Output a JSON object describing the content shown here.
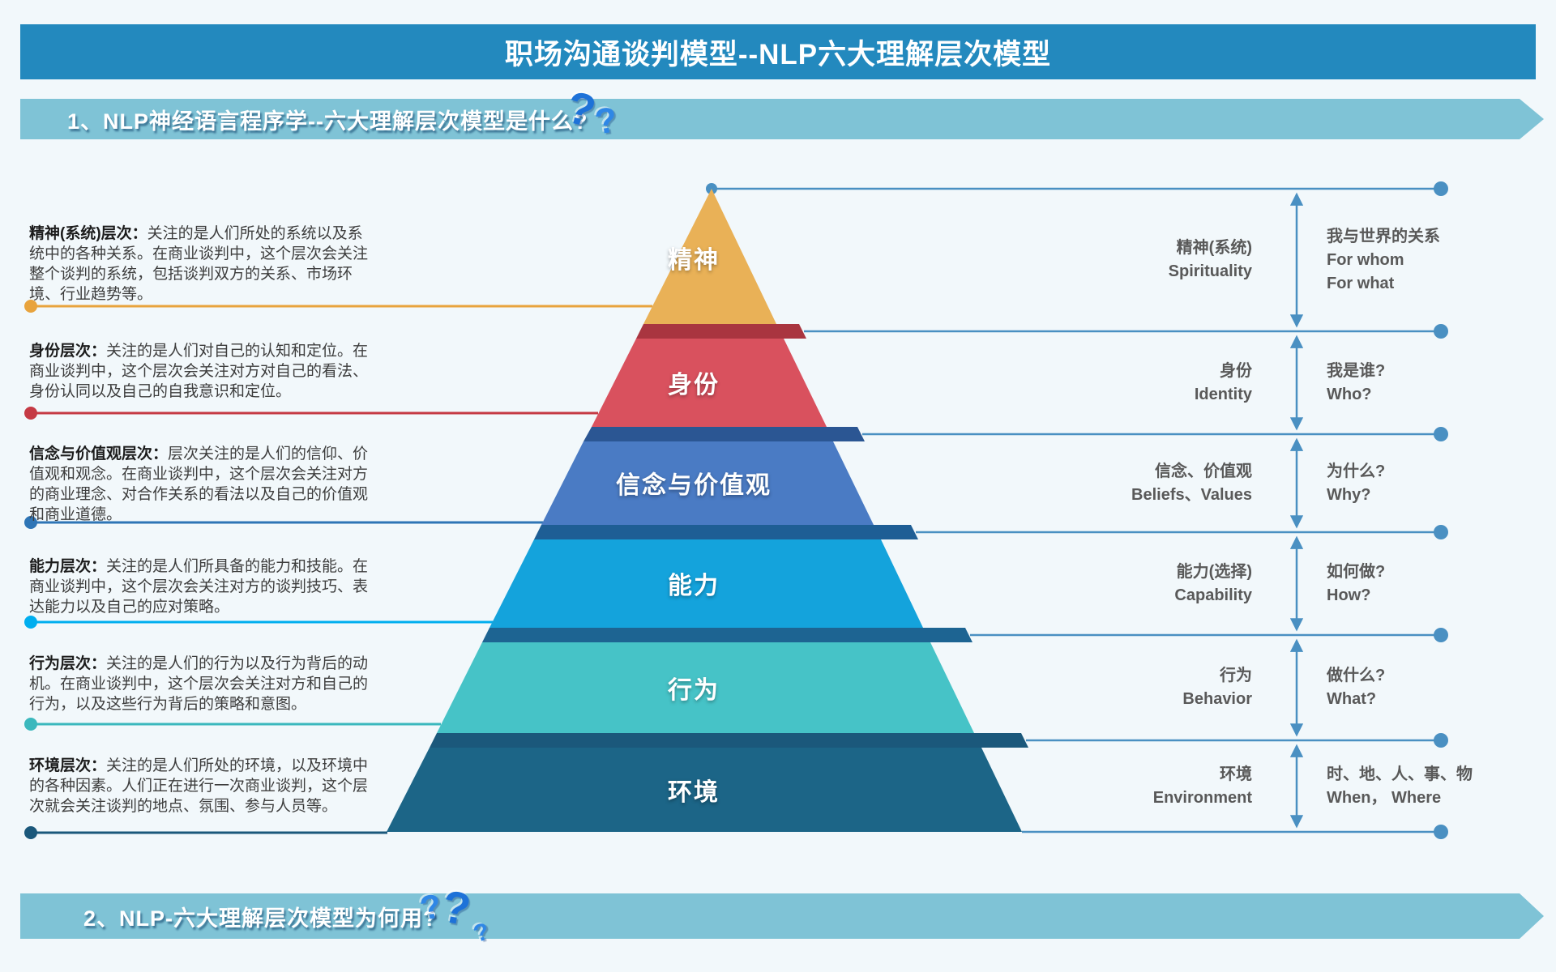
{
  "title": "职场沟通谈判模型--NLP六大理解层次模型",
  "sections": [
    {
      "label": "1、NLP神经语言程序学--六大理解层次模型是什么?",
      "qmarks": [
        "?",
        "?"
      ]
    },
    {
      "label": "2、NLP-六大理解层次模型为何用?",
      "qmarks": [
        "?",
        "?",
        "?"
      ]
    }
  ],
  "palette": {
    "title_bar": "#2389BE",
    "banner": "#7FC3D6",
    "connector_blue": "#4A90C2",
    "question_mark_blue": "#1E72D8",
    "page_background": "#F2F8FB"
  },
  "pyramid": {
    "levels": [
      {
        "label": "精神",
        "color": "#E9B157"
      },
      {
        "label": "身份",
        "color": "#D9515E"
      },
      {
        "label": "信念与价值观",
        "color": "#4A7BC4"
      },
      {
        "label": "能力",
        "color": "#14A3DC"
      },
      {
        "label": "行为",
        "color": "#46C3C7"
      },
      {
        "label": "环境",
        "color": "#1C6587"
      }
    ]
  },
  "left_notes": [
    {
      "label": "精神(系统)层次：",
      "line_color": "#E8A33D",
      "text": "关注的是人们所处的系统以及系\n统中的各种关系。在商业谈判中，这个层次会关注\n整个谈判的系统，包括谈判双方的关系、市场环\n境、行业趋势等。"
    },
    {
      "label": "身份层次：",
      "line_color": "#C53A44",
      "text": "关注的是人们对自己的认知和定位。在\n商业谈判中，这个层次会关注对方对自己的看法、\n身份认同以及自己的自我意识和定位。"
    },
    {
      "label": "信念与价值观层次：",
      "line_color": "#2E75B6",
      "text": "层次关注的是人们的信仰、价\n值观和观念。在商业谈判中，这个层次会关注对方\n的商业理念、对合作关系的看法以及自己的价值观\n和商业道德。"
    },
    {
      "label": "能力层次：",
      "line_color": "#00AEEF",
      "text": "关注的是人们所具备的能力和技能。在\n商业谈判中，这个层次会关注对方的谈判技巧、表\n达能力以及自己的应对策略。"
    },
    {
      "label": "行为层次：",
      "line_color": "#3BB8BD",
      "text": "关注的是人们的行为以及行为背后的动\n机。在商业谈判中，这个层次会关注对方和自己的\n行为，以及这些行为背后的策略和意图。"
    },
    {
      "label": "环境层次：",
      "line_color": "#1B587B",
      "text": "关注的是人们所处的环境，以及环境中\n的各种因素。人们正在进行一次商业谈判，这个层\n次就会关注谈判的地点、氛围、参与人员等。"
    }
  ],
  "right_rows": [
    {
      "zh": "精神(系统)",
      "en": "Spirituality",
      "q1": "我与世界的关系",
      "q2": "For whom",
      "q3": "For what"
    },
    {
      "zh": "身份",
      "en": "Identity",
      "q1": "我是谁?",
      "q2": "Who?"
    },
    {
      "zh": "信念、价值观",
      "en": "Beliefs、Values",
      "q1": "为什么?",
      "q2": "Why?"
    },
    {
      "zh": "能力(选择)",
      "en": "Capability",
      "q1": "如何做?",
      "q2": "How?"
    },
    {
      "zh": "行为",
      "en": "Behavior",
      "q1": "做什么?",
      "q2": "What?"
    },
    {
      "zh": "环境",
      "en": "Environment",
      "q1": "时、地、人、事、物",
      "q2": "When， Where"
    }
  ]
}
